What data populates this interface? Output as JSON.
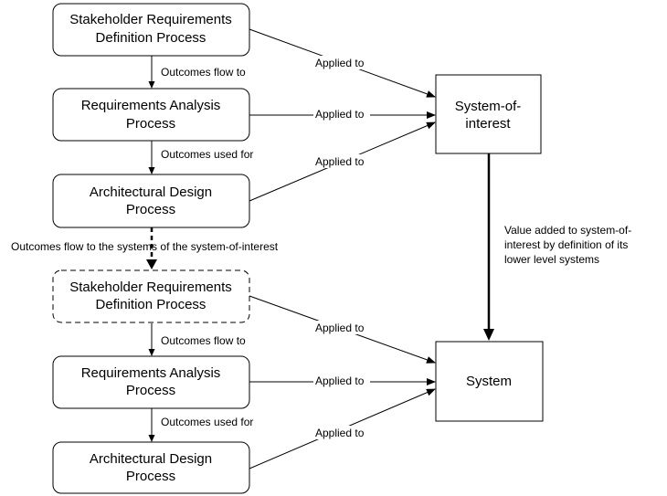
{
  "boxes": {
    "top_stakeholder": [
      "Stakeholder Requirements",
      "Definition Process"
    ],
    "top_analysis": [
      "Requirements Analysis",
      "Process"
    ],
    "top_architectural": [
      "Architectural Design",
      "Process"
    ],
    "system_of_interest": [
      "System-of-",
      "interest"
    ],
    "bottom_stakeholder": [
      "Stakeholder Requirements",
      "Definition Process"
    ],
    "bottom_analysis": [
      "Requirements Analysis",
      "Process"
    ],
    "bottom_architectural": [
      "Architectural Design",
      "Process"
    ],
    "system": [
      "System"
    ]
  },
  "edges": {
    "top_flow_1": "Outcomes flow to",
    "top_flow_2": "Outcomes used for",
    "middle_flow": "Outcomes flow to the systems of the system-of-interest",
    "bottom_flow_1": "Outcomes flow to",
    "bottom_flow_2": "Outcomes used for",
    "applied_to": "Applied to",
    "value_added": [
      "Value added to system-of-",
      "interest by definition of its",
      "lower level systems"
    ]
  }
}
